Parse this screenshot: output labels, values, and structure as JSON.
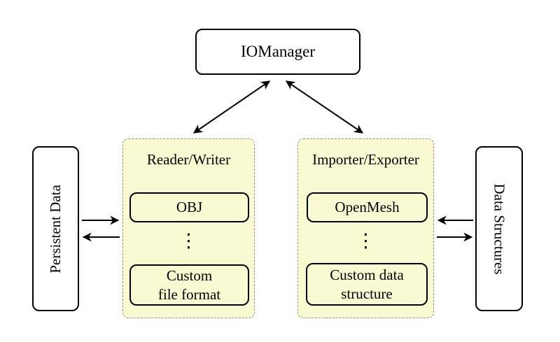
{
  "colors": {
    "background": "#ffffff",
    "group_fill": "#fafad2",
    "group_border": "#8f8f8f",
    "node_fill": "#ffffff",
    "line": "#000000"
  },
  "nodes": {
    "iomanager": {
      "label": "IOManager"
    },
    "persistent_data": {
      "label": "Persistent Data"
    },
    "data_structures": {
      "label": "Data Structures"
    }
  },
  "groups": [
    {
      "title": "Reader/Writer",
      "vdots": "⋮",
      "items": [
        {
          "line1": "OBJ",
          "line2": ""
        },
        {
          "line1": "Custom",
          "line2": "file format"
        }
      ]
    },
    {
      "title": "Importer/Exporter",
      "vdots": "⋮",
      "items": [
        {
          "line1": "OpenMesh",
          "line2": ""
        },
        {
          "line1": "Custom data",
          "line2": "structure"
        }
      ]
    }
  ],
  "edges": [
    {
      "from": "iomanager",
      "to": "reader_writer",
      "bidirectional": true
    },
    {
      "from": "iomanager",
      "to": "importer_exporter",
      "bidirectional": true
    },
    {
      "from": "persistent_data",
      "to": "reader_writer",
      "bidirectional": false
    },
    {
      "from": "reader_writer",
      "to": "persistent_data",
      "bidirectional": false
    },
    {
      "from": "data_structures",
      "to": "importer_exporter",
      "bidirectional": false
    },
    {
      "from": "importer_exporter",
      "to": "data_structures",
      "bidirectional": false
    }
  ]
}
